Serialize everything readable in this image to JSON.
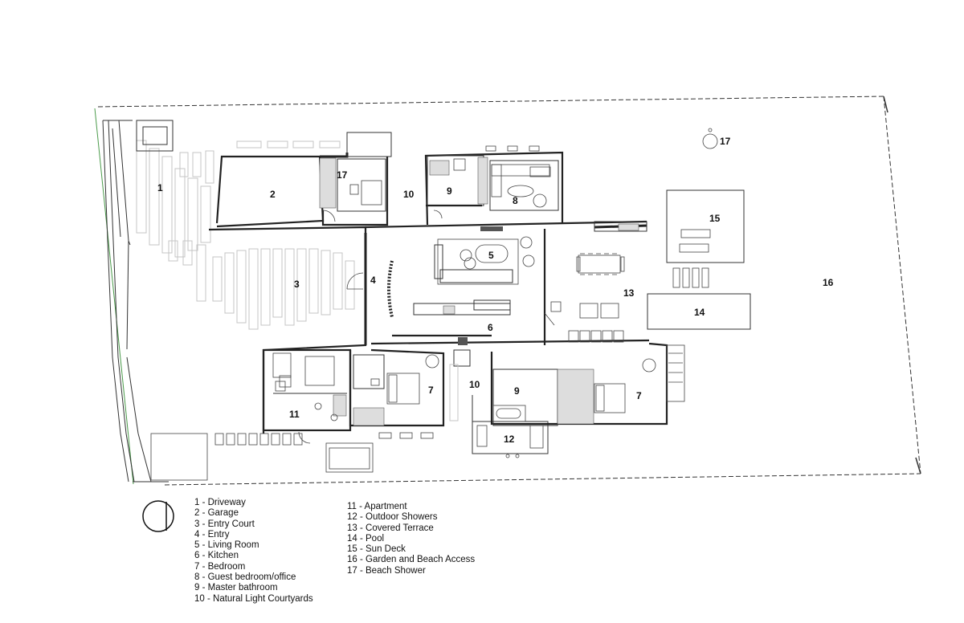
{
  "room_labels": {
    "driveway": "1",
    "garage": "2",
    "entry_court": "3",
    "entry": "4",
    "living_room": "5",
    "kitchen": "6",
    "bedroom_west": "7",
    "bedroom_east": "7",
    "guest_bedroom": "8",
    "master_bath_north": "9",
    "master_bath_south": "9",
    "courtyard_north": "10",
    "courtyard_south": "10",
    "apartment": "11",
    "outdoor_showers": "12",
    "covered_terrace": "13",
    "pool": "14",
    "sun_deck": "15",
    "garden": "16",
    "beach_shower": "17",
    "beach_shower_garage": "17"
  },
  "legend": {
    "col1": [
      "1 - Driveway",
      "2 - Garage",
      "3 - Entry Court",
      "4 - Entry",
      "5 - Living Room",
      "6 - Kitchen",
      "7 - Bedroom",
      "8 - Guest bedroom/office",
      "9 - Master bathroom",
      "10 - Natural Light Courtyards"
    ],
    "col2": [
      "11 - Apartment",
      "12 - Outdoor Showers",
      "13 - Covered Terrace",
      "14 - Pool",
      "15 - Sun Deck",
      "16 - Garden and Beach Access",
      "17 - Beach Shower"
    ]
  },
  "icons": [
    "north-arrow-icon"
  ]
}
